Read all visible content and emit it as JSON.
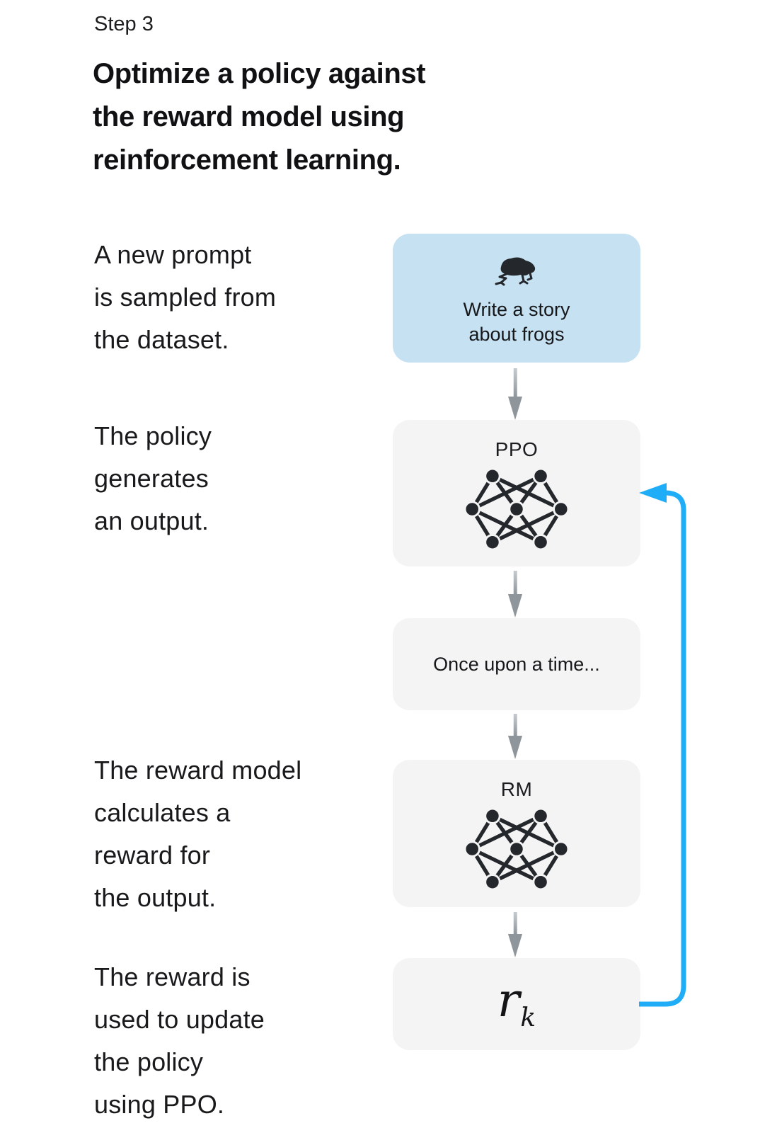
{
  "colors": {
    "accent_blue": "#1fadf7",
    "prompt_bg": "#c5e1f2",
    "box_bg": "#f4f4f5",
    "arrow_gray": "#8e959b",
    "icon_dark": "#24272b"
  },
  "header": {
    "step_label": "Step 3",
    "heading_lines": [
      "Optimize a policy against",
      "the reward model using",
      "reinforcement learning."
    ]
  },
  "annotations": [
    {
      "lines": [
        "A new prompt",
        "is sampled from",
        "the dataset."
      ]
    },
    {
      "lines": [
        "The policy",
        "generates",
        "an output."
      ]
    },
    {
      "lines": [
        "The reward model",
        "calculates a",
        "reward for",
        "the output."
      ]
    },
    {
      "lines": [
        "The reward is",
        "used to update",
        "the policy",
        "using PPO."
      ]
    }
  ],
  "flow": {
    "prompt_box": {
      "icon": "frog-icon",
      "lines": [
        "Write a story",
        "about frogs"
      ]
    },
    "policy_box": {
      "label": "PPO",
      "icon": "network-icon"
    },
    "output_box": {
      "text": "Once upon a time..."
    },
    "reward_model_box": {
      "label": "RM",
      "icon": "network-icon"
    },
    "reward_box": {
      "symbol": "r",
      "subscript": "k"
    }
  }
}
